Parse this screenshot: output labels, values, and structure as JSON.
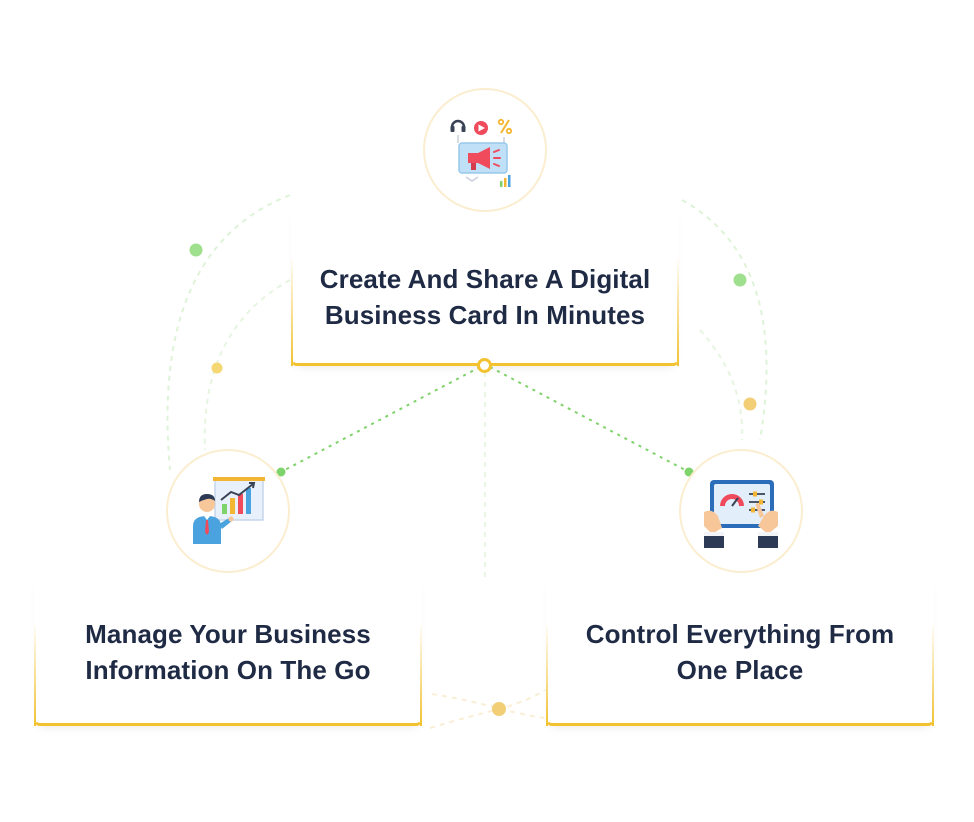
{
  "colors": {
    "accent_yellow": "#f2c230",
    "accent_green": "#7fd36b",
    "title_text": "#1f2a44",
    "circle_border": "#fbeed0"
  },
  "features": [
    {
      "id": "create-share",
      "icon": "megaphone-marketing-icon",
      "title_lines": [
        "Create And Share A Digital",
        "Business Card In Minutes"
      ]
    },
    {
      "id": "manage-info",
      "icon": "presenter-chart-icon",
      "title_lines": [
        "Manage Your Business",
        "Information On The Go"
      ]
    },
    {
      "id": "control-everything",
      "icon": "tablet-dashboard-icon",
      "title_lines": [
        "Control Everything From",
        "One Place"
      ]
    }
  ]
}
